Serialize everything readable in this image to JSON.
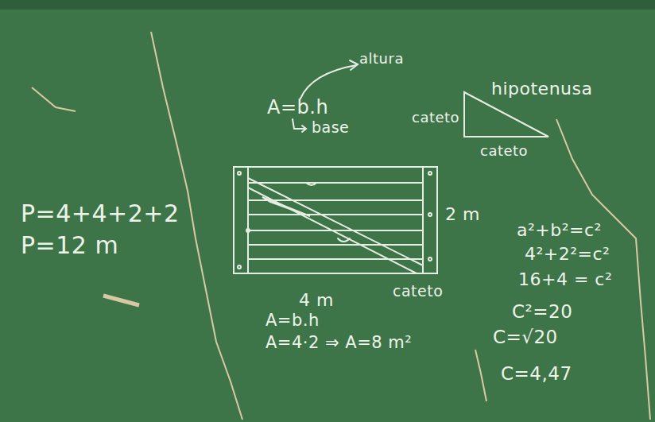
{
  "diagram": {
    "labels": [
      "altura",
      "A=b.h",
      "base",
      "hipotenusa",
      "cateto",
      "cateto",
      "P=4+4+2+2",
      "P=12 m",
      "2 m",
      "a²+b²=c²",
      "4²+2²=c²",
      "16+4 = c²",
      "4 m",
      "cateto",
      "A=b.h",
      "A=4·2 ⇒ A=8 m²",
      "C²=20",
      "C=√20",
      "C=4,47"
    ]
  }
}
